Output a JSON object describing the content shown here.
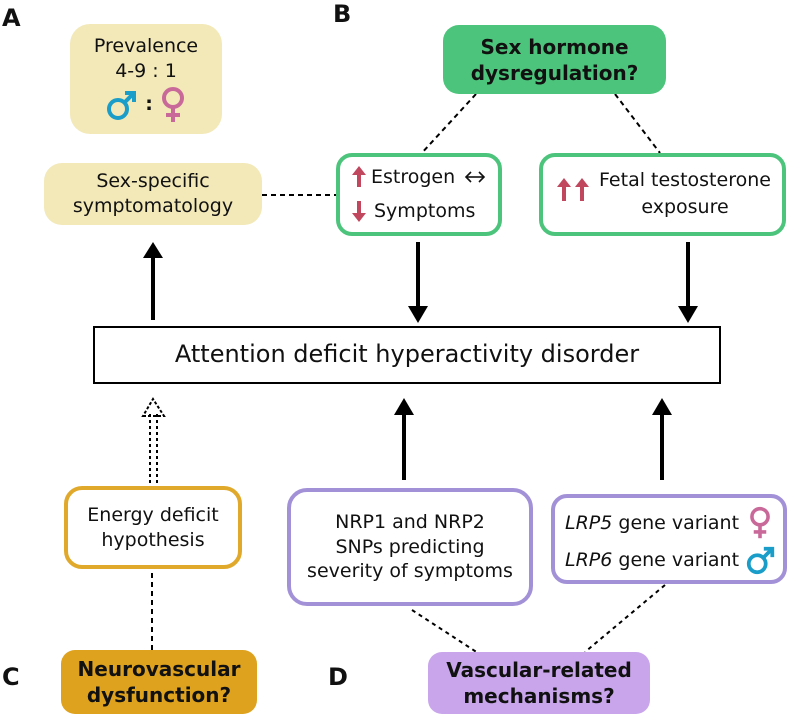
{
  "panel_labels": {
    "a": "A",
    "b": "B",
    "c": "C",
    "d": "D"
  },
  "prevalence": {
    "title": "Prevalence",
    "ratio": "4-9 : 1",
    "sep": ":"
  },
  "sex_specific": {
    "line1": "Sex-specific",
    "line2": "symptomatology"
  },
  "sex_hormone": {
    "line1": "Sex hormone",
    "line2": "dysregulation?"
  },
  "estrogen": {
    "line1": "Estrogen",
    "line2": "Symptoms"
  },
  "fetal": {
    "line1": "Fetal testosterone",
    "line2": "exposure"
  },
  "adhd": {
    "label": "Attention deficit hyperactivity disorder"
  },
  "energy": {
    "line1": "Energy deficit",
    "line2": "hypothesis"
  },
  "nrp": {
    "line1": "NRP1 and NRP2",
    "line2": "SNPs predicting",
    "line3": "severity of symptoms"
  },
  "lrp": {
    "gene1": "LRP5",
    "suffix1": " gene variant",
    "gene2": "LRP6",
    "suffix2": " gene variant"
  },
  "neuro": {
    "line1": "Neurovascular",
    "line2": "dysfunction?"
  },
  "vascular": {
    "line1": "Vascular-related",
    "line2": "mechanisms?"
  },
  "colors": {
    "beige": "#F2E8B8",
    "green_fill": "#4CC47B",
    "green_border": "#4CC47B",
    "yellow_border": "#E1A92B",
    "gold_fill": "#DEA21E",
    "purple_border": "#A391D8",
    "purple_fill": "#C9A6EC",
    "male_blue": "#1A9EC9",
    "female_pink": "#C9699A",
    "arrow_red": "#C0475E"
  },
  "icons": [
    "male-symbol-icon",
    "female-symbol-icon",
    "up-arrow-icon",
    "down-arrow-icon",
    "double-up-arrow-icon",
    "left-right-arrow-icon"
  ]
}
